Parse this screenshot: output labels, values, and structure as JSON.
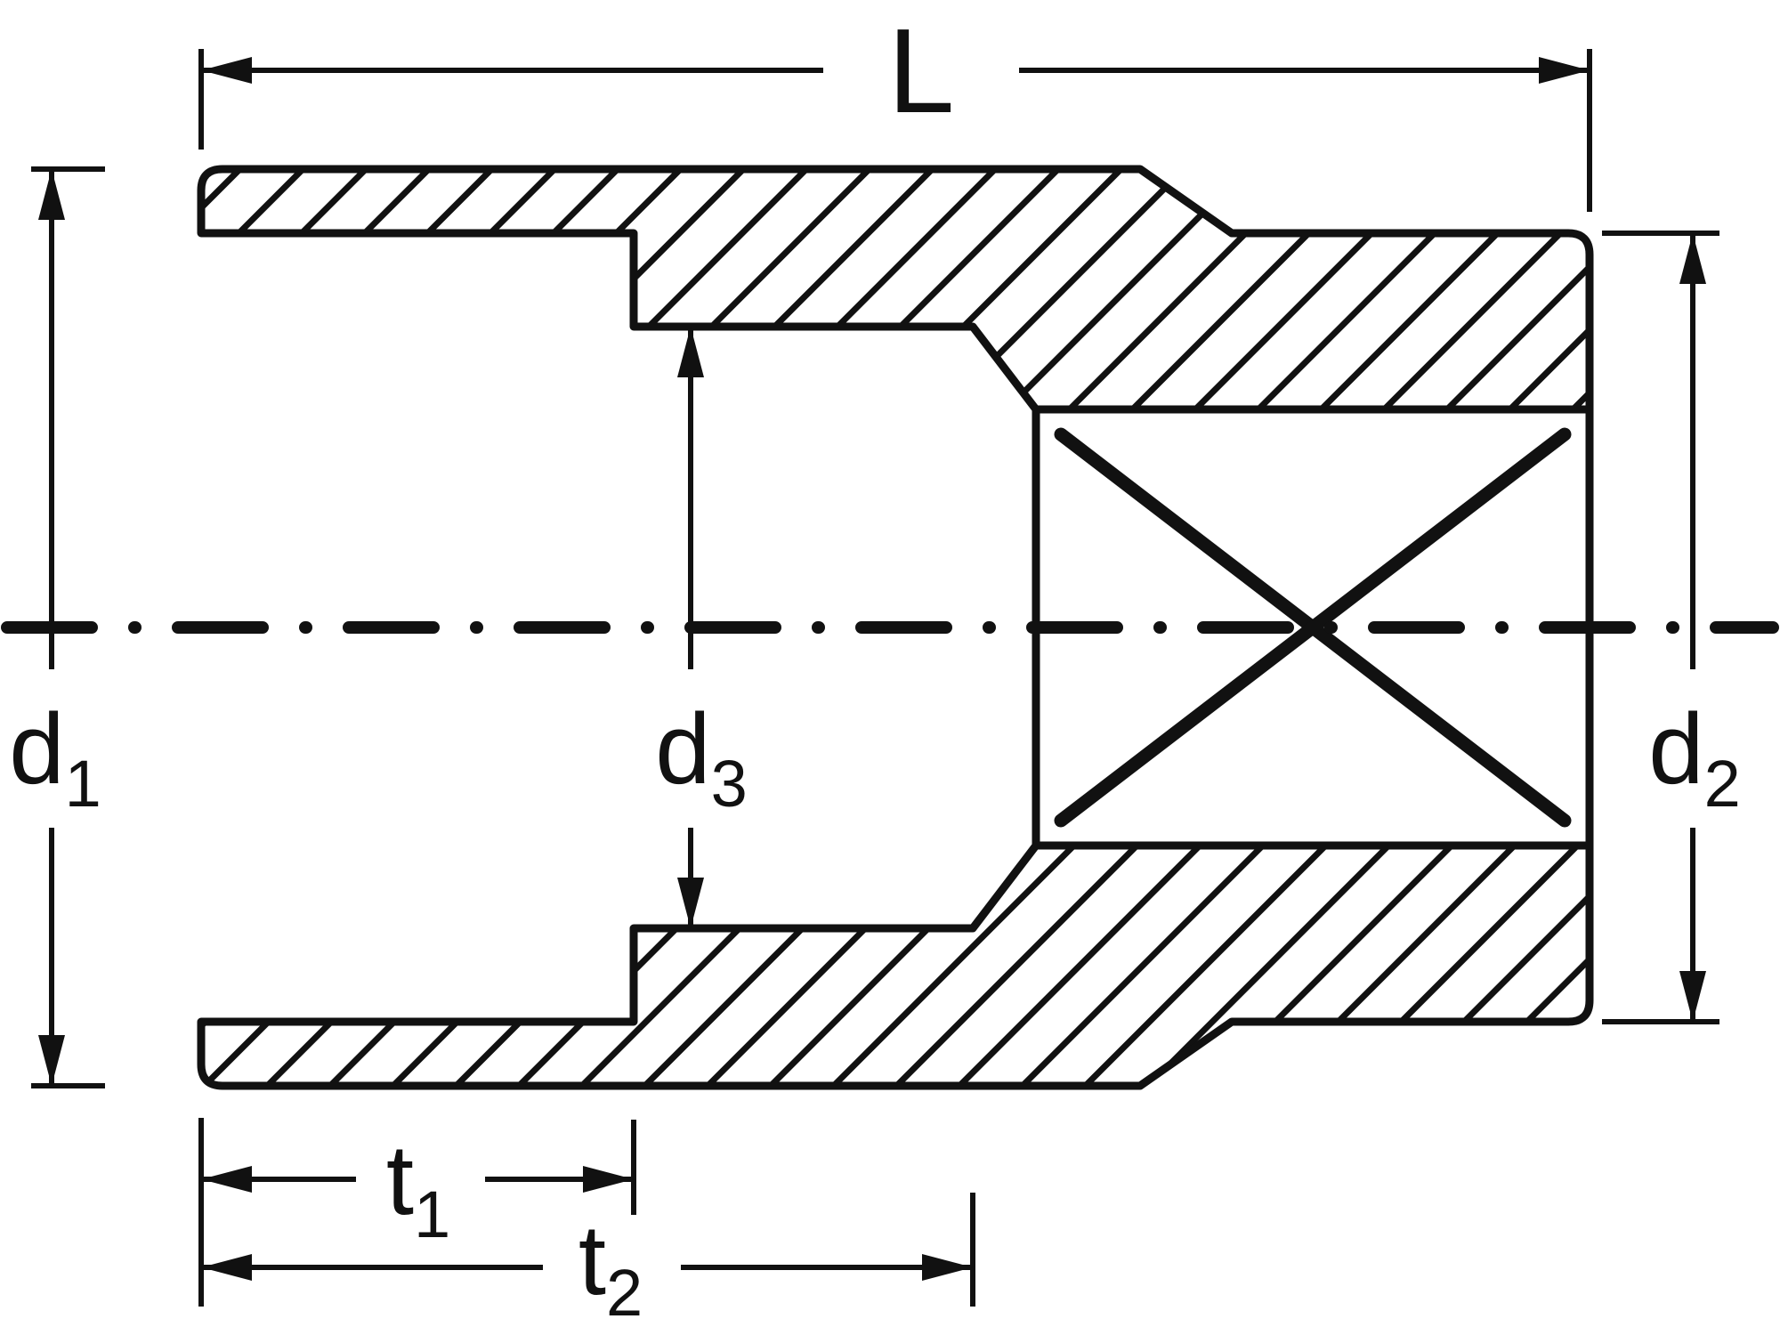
{
  "diagram": {
    "type": "technical-drawing",
    "subject": "socket wrench cross-section with dimension callouts",
    "background_color": "#ffffff",
    "line_color": "#111111",
    "labels": {
      "L": {
        "main": "L",
        "sub": ""
      },
      "d1": {
        "main": "d",
        "sub": "1"
      },
      "d2": {
        "main": "d",
        "sub": "2"
      },
      "d3": {
        "main": "d",
        "sub": "3"
      },
      "t1": {
        "main": "t",
        "sub": "1"
      },
      "t2": {
        "main": "t",
        "sub": "2"
      }
    }
  }
}
